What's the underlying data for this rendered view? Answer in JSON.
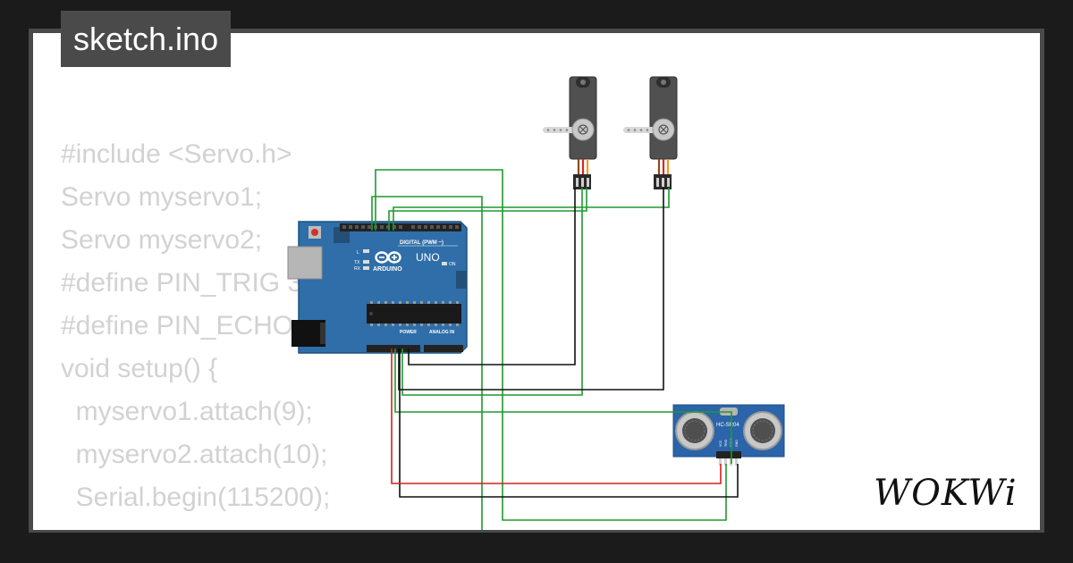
{
  "header": {
    "title": "sketch.ino"
  },
  "code": {
    "lines": [
      "#include <Servo.h>",
      "Servo myservo1;",
      "Servo myservo2;",
      "#define PIN_TRIG 3",
      "#define PIN_ECHO 2",
      "",
      "void setup() {",
      "  myservo1.attach(9);",
      "  myservo2.attach(10);",
      "  Serial.begin(115200);"
    ]
  },
  "arduino": {
    "logo_text": "ARDUINO",
    "model": "UNO",
    "digital_label": "DIGITAL (PWM ~)",
    "power_label": "POWER",
    "analog_label": "ANALOG IN",
    "on_label": "ON",
    "led_l": "L",
    "led_tx": "TX",
    "led_rx": "RX",
    "board_color": "#2f6ea8"
  },
  "sensor": {
    "label": "HC-SR04",
    "pins": [
      "VCC",
      "TRIG",
      "ECHO",
      "GND"
    ]
  },
  "logo": {
    "text": "WOKWi"
  },
  "colors": {
    "wire_green": "#1e9a2e",
    "wire_black": "#111111",
    "wire_red": "#d42020",
    "code_text": "#d2d2d2",
    "frame": "#4a4a4a"
  }
}
